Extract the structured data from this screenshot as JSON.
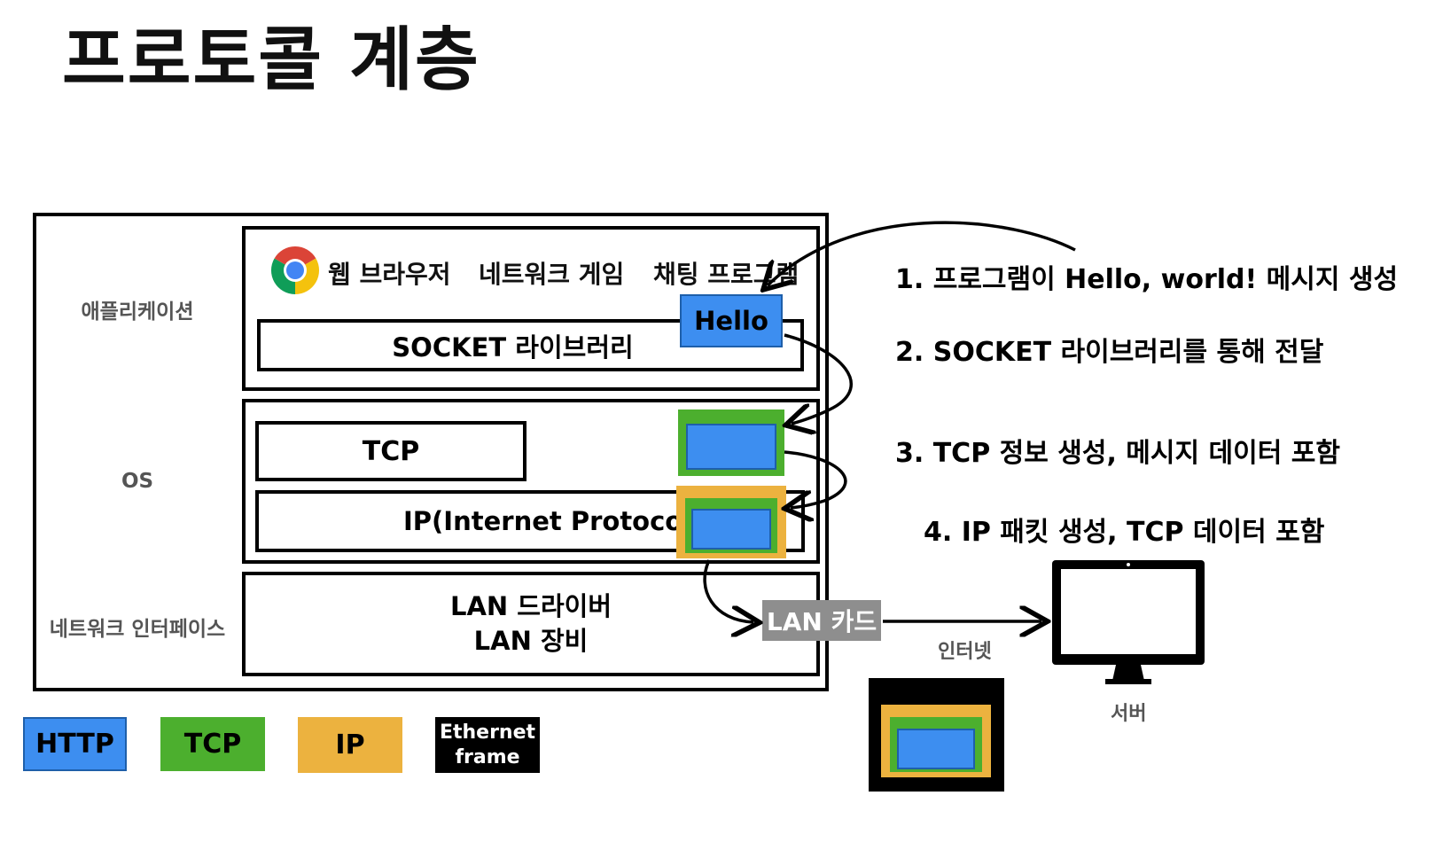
{
  "title": "프로토콜 계층",
  "layers": {
    "application": "애플리케이션",
    "os": "OS",
    "network_interface": "네트워크 인터페이스"
  },
  "apps": {
    "browser": "웹 브라우저",
    "game": "네트워크 게임",
    "chat": "채팅 프로그램"
  },
  "socket_label": "SOCKET 라이브러리",
  "hello_label": "Hello",
  "tcp_label": "TCP",
  "ip_label": "IP(Internet Protocol)",
  "lan": {
    "driver": "LAN 드라이버",
    "device": "LAN 장비",
    "card": "LAN 카드"
  },
  "internet_label": "인터넷",
  "server_label": "서버",
  "steps": [
    "1. 프로그램이 Hello, world! 메시지 생성",
    "2. SOCKET 라이브러리를 통해 전달",
    "3. TCP 정보 생성, 메시지 데이터 포함",
    "4. IP 패킷 생성, TCP 데이터 포함"
  ],
  "legend": {
    "http": "HTTP",
    "tcp": "TCP",
    "ip": "IP",
    "ethernet_line1": "Ethernet",
    "ethernet_line2": "frame"
  },
  "colors": {
    "http": "#3d8ef0",
    "tcp": "#4caf2e",
    "ip": "#ecb23f",
    "ethernet": "#000000",
    "lan_card": "#8e8e8e"
  },
  "icons": {
    "browser": "chrome-icon",
    "server": "monitor-icon"
  }
}
